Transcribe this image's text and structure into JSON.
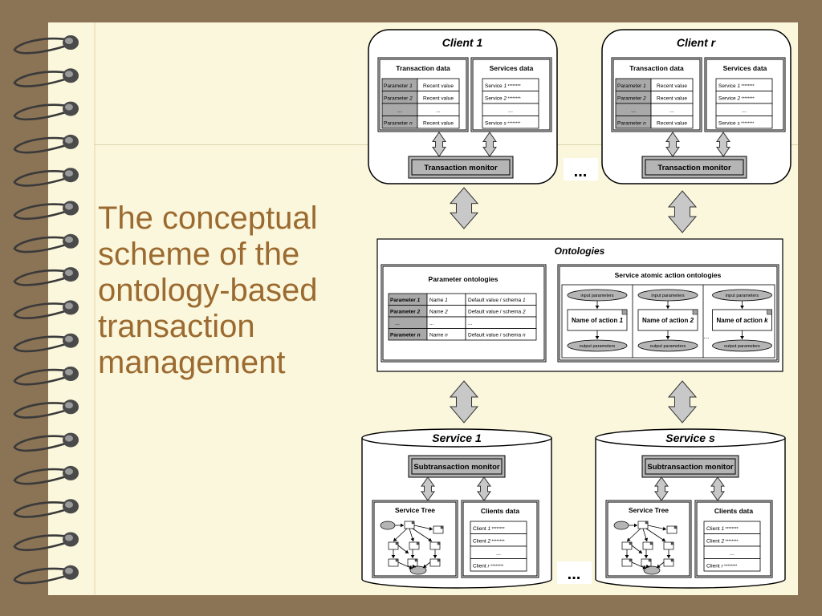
{
  "slide": {
    "title_lines": [
      "The conceptual",
      "scheme of the",
      "ontology-based",
      "transaction",
      "management"
    ]
  },
  "diagram": {
    "clients": [
      {
        "title": "Client 1"
      },
      {
        "title": "Client r"
      }
    ],
    "client_panel": {
      "transaction_data": "Transaction data",
      "services_data": "Services data",
      "monitor": "Transaction monitor",
      "param_rows": [
        {
          "p": "Parameter",
          "i": "1",
          "v": "Recent value"
        },
        {
          "p": "Parameter",
          "i": "2",
          "v": "Recent value"
        },
        {
          "p": "...",
          "i": "",
          "v": "..."
        },
        {
          "p": "Parameter",
          "i": "n",
          "v": "Recent value"
        }
      ],
      "service_rows": [
        {
          "p": "Service",
          "i": "1",
          "t": "********"
        },
        {
          "p": "Service",
          "i": "2",
          "t": "********"
        },
        {
          "p": "...",
          "i": "",
          "t": ""
        },
        {
          "p": "Service",
          "i": "s",
          "t": "********"
        }
      ]
    },
    "ellipsis": "...",
    "ontologies": {
      "title": "Ontologies",
      "param_ontologies": "Parameter ontologies",
      "param_rows": [
        {
          "p": "Parameter",
          "i": "1",
          "n": "Name",
          "ni": "1",
          "d": "Default value / schema",
          "di": "1"
        },
        {
          "p": "Parameter",
          "i": "2",
          "n": "Name",
          "ni": "2",
          "d": "Default value / schema",
          "di": "2"
        },
        {
          "p": "...",
          "i": "",
          "n": "...",
          "ni": "",
          "d": "...",
          "di": ""
        },
        {
          "p": "Parameter",
          "i": "n",
          "n": "Name",
          "ni": "n",
          "d": "Default value / schema",
          "di": "n"
        }
      ],
      "action_title": "Service atomic action ontologies",
      "input": "input parameters",
      "output": "output parameters",
      "actions": [
        {
          "name": "Name of action",
          "i": "1"
        },
        {
          "name": "Name of action",
          "i": "2"
        },
        {
          "name": "Name of action",
          "i": "k"
        }
      ]
    },
    "services": [
      {
        "title": "Service 1"
      },
      {
        "title": "Service s"
      }
    ],
    "service_panel": {
      "monitor": "Subtransaction monitor",
      "tree": "Service Tree",
      "clients_data": "Clients data",
      "client_rows": [
        {
          "p": "Client",
          "i": "1",
          "t": "********"
        },
        {
          "p": "Client",
          "i": "2",
          "t": "********"
        },
        {
          "p": "...",
          "i": "",
          "t": ""
        },
        {
          "p": "Client",
          "i": "r",
          "t": "********"
        }
      ]
    }
  }
}
